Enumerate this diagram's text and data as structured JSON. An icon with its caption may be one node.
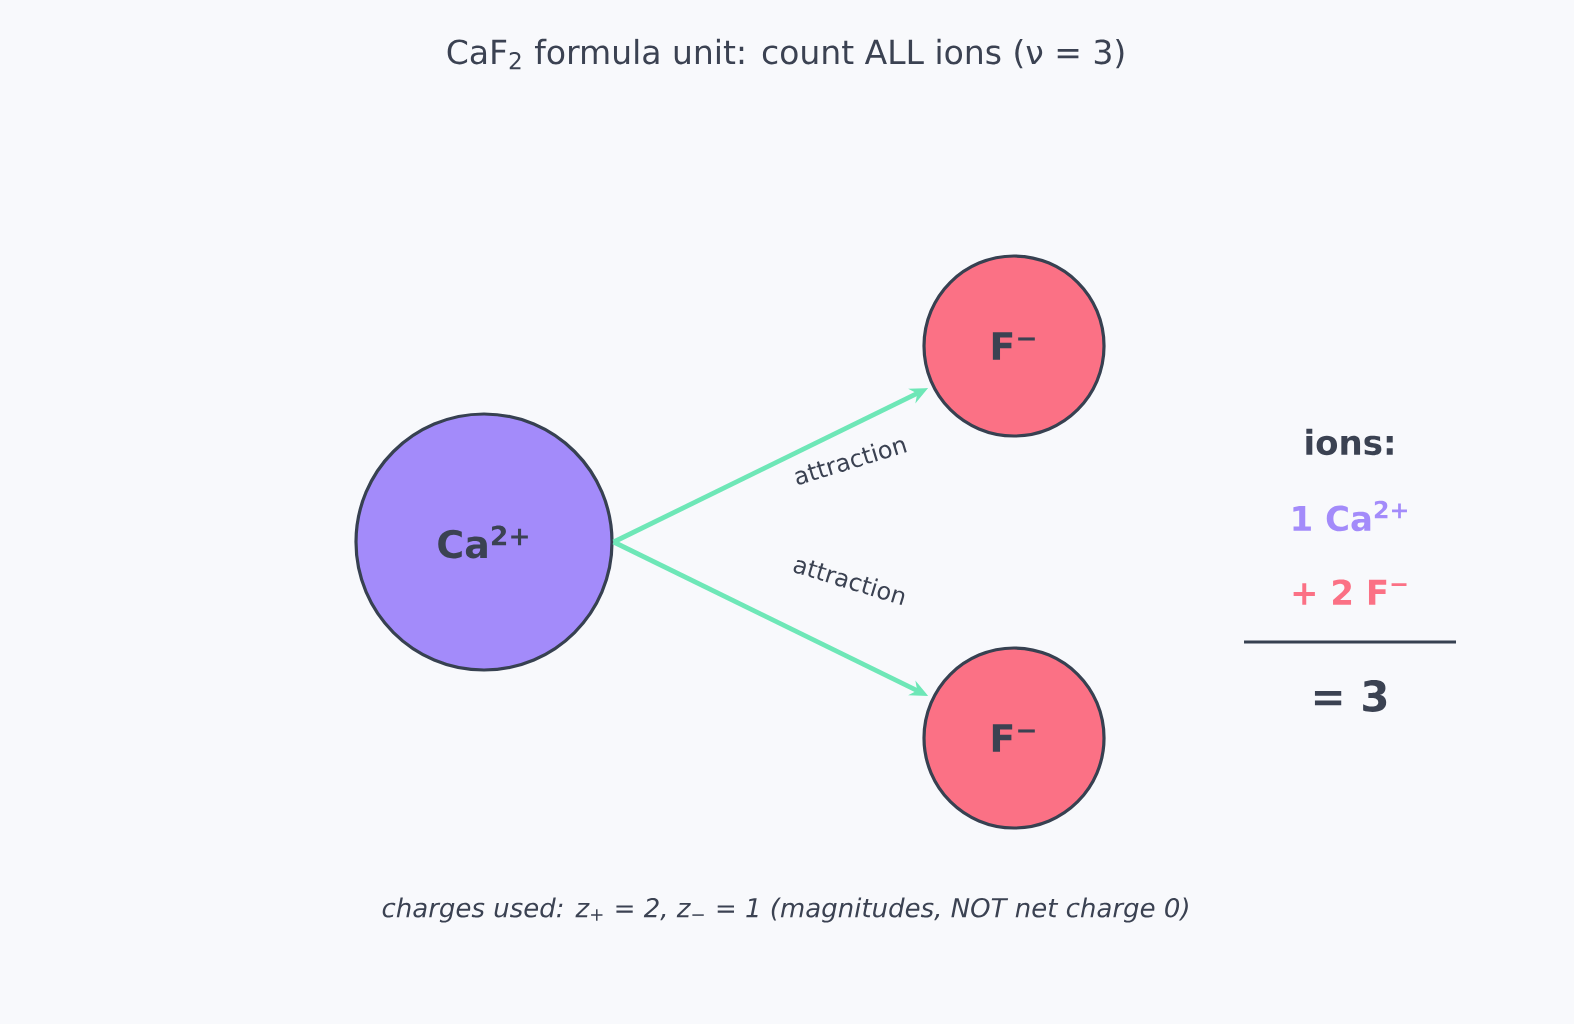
{
  "diagram": {
    "title": "CaF$_{2}$ formula unit: count ALL ions  (ν = 3)",
    "caption": "charges used: z$_{+}$ = 2,  z$_{−}$ = 1  (magnitudes, NOT net charge 0)",
    "nodes": [
      {
        "text": [
          "Ca$^{2+}$"
        ]
      },
      {
        "text": [
          "F$^{−}$"
        ]
      },
      {
        "text": [
          "F$^{−}$"
        ]
      }
    ],
    "edges": [
      {
        "from": 0,
        "to": 1,
        "arrow": "to",
        "label": "attraction"
      },
      {
        "from": 0,
        "to": 2,
        "arrow": "to",
        "label": "attraction"
      }
    ],
    "labels": [
      "ions:",
      "1 Ca$^{2+}$",
      "+ 2 F$^{−}$",
      "= 3"
    ]
  }
}
